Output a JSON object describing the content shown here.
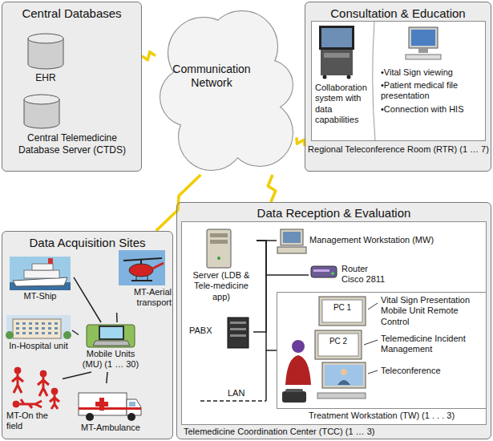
{
  "diagram": {
    "nodes": [
      {
        "text": [
          "Central Databases"
        ]
      },
      {
        "text": [
          "EHR"
        ],
        "in": 0
      },
      {
        "text": [
          "Central Telemedicine Database Server (CTDS)"
        ],
        "in": 0
      },
      {
        "text": [
          "Communication Network"
        ]
      },
      {
        "text": [
          "Consultation & Education"
        ]
      },
      {
        "text": [
          "Collaboration system with data capabilities",
          "•Vital Sign viewing",
          "•Patient medical file presentation",
          "•Connection with HIS",
          "Regional Teleconference Room (RTR) (1 … 7)"
        ],
        "in": 4
      },
      {
        "text": [
          "Data Acquisition Sites"
        ]
      },
      {
        "text": [
          "MT-Ship"
        ],
        "in": 6
      },
      {
        "text": [
          "MT-Aerial transport"
        ],
        "in": 6
      },
      {
        "text": [
          "In-Hospital unit"
        ],
        "in": 6
      },
      {
        "text": [
          "Mobile Units (MU) (1 … 30)"
        ],
        "in": 6
      },
      {
        "text": [
          "MT-On the field"
        ],
        "in": 6
      },
      {
        "text": [
          "MT-Ambulance"
        ],
        "in": 6
      },
      {
        "text": [
          "Data Reception & Evaluation"
        ]
      },
      {
        "text": [
          "Telemedicine Coordination Center (TCC) (1 … 3)"
        ],
        "in": 13
      },
      {
        "text": [
          "Server (LDB & Tele-medicine app)"
        ],
        "in": 14
      },
      {
        "text": [
          "Management Workstation (MW)"
        ],
        "in": 14
      },
      {
        "text": [
          "Router Cisco 2811"
        ],
        "in": 14
      },
      {
        "text": [
          "PABX"
        ],
        "in": 14
      },
      {
        "text": [
          "Vital Sign Presentation Mobile Unit Remote Control",
          "PC 1",
          "PC 2",
          "Telemedicine Incident Management",
          "Teleconference",
          "Treatment Workstation (TW) (1 . . . 3)"
        ],
        "in": 14
      }
    ],
    "edges": [
      {
        "from": 3,
        "to": 0,
        "arrow": "none"
      },
      {
        "from": 3,
        "to": 4,
        "arrow": "none"
      },
      {
        "from": 3,
        "to": 6,
        "arrow": "none"
      },
      {
        "from": 3,
        "to": 13,
        "arrow": "none"
      },
      {
        "from": 7,
        "to": 10,
        "arrow": "none"
      },
      {
        "from": 8,
        "to": 10,
        "arrow": "none"
      },
      {
        "from": 9,
        "to": 10,
        "arrow": "none"
      },
      {
        "from": 11,
        "to": 10,
        "arrow": "none"
      },
      {
        "from": 12,
        "to": 10,
        "arrow": "none"
      },
      {
        "from": 15,
        "to": 16,
        "arrow": "none"
      },
      {
        "from": 15,
        "to": 17,
        "arrow": "none"
      },
      {
        "from": 15,
        "to": 18,
        "arrow": "none"
      },
      {
        "from": 15,
        "to": 19,
        "arrow": "none"
      }
    ],
    "labels": [
      "LAN"
    ]
  }
}
